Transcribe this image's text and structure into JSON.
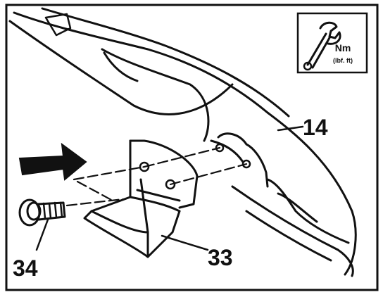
{
  "callouts": {
    "frame": "14",
    "bracket": "33",
    "bolt": "34"
  },
  "torque_box": {
    "unit": "Nm",
    "unit_alt": "(lbf. ft)",
    "icon": "wrench-icon"
  },
  "arrow": {
    "icon": "direction-arrow-icon"
  }
}
